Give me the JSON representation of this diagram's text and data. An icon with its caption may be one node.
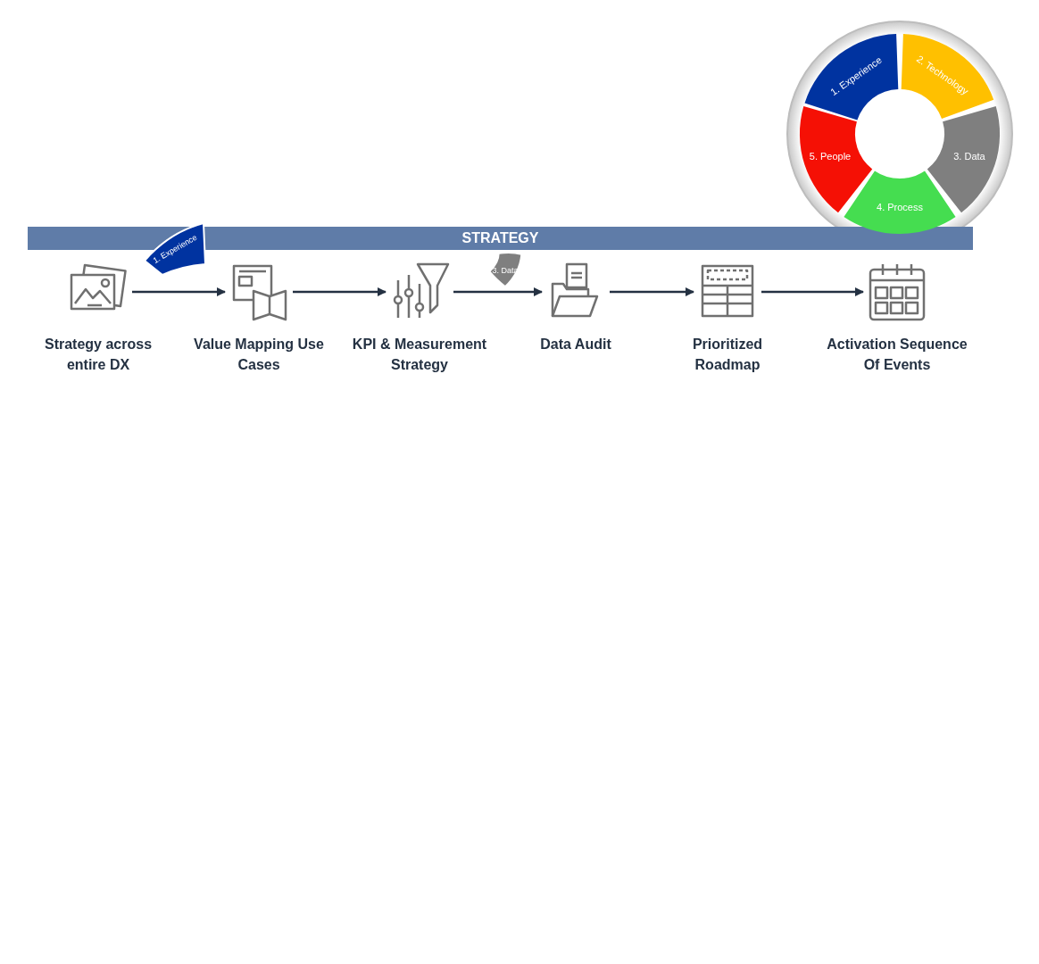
{
  "diagram": {
    "nodes": [
      {
        "text": [
          "STRATEGY"
        ]
      },
      {
        "text": [
          "Strategy across entire DX"
        ]
      },
      {
        "text": [
          "Value Mapping Use Cases"
        ]
      },
      {
        "text": [
          "KPI & Measurement Strategy"
        ]
      },
      {
        "text": [
          "Data Audit"
        ]
      },
      {
        "text": [
          "Prioritized Roadmap"
        ]
      },
      {
        "text": [
          "Activation Sequence Of Events"
        ]
      },
      {
        "text": [
          "1. Experience"
        ]
      },
      {
        "text": [
          "3. Data"
        ]
      },
      {
        "text": [
          "1. Experience"
        ]
      },
      {
        "text": [
          "2. Technology"
        ]
      },
      {
        "text": [
          "3. Data"
        ]
      },
      {
        "text": [
          "4. Process"
        ]
      },
      {
        "text": [
          "5. People"
        ]
      }
    ],
    "edges": [
      {
        "from": 1,
        "to": 2,
        "arrow": "to"
      },
      {
        "from": 2,
        "to": 3,
        "arrow": "to"
      },
      {
        "from": 3,
        "to": 4,
        "arrow": "to"
      },
      {
        "from": 4,
        "to": 5,
        "arrow": "to"
      },
      {
        "from": 5,
        "to": 6,
        "arrow": "to"
      }
    ]
  }
}
